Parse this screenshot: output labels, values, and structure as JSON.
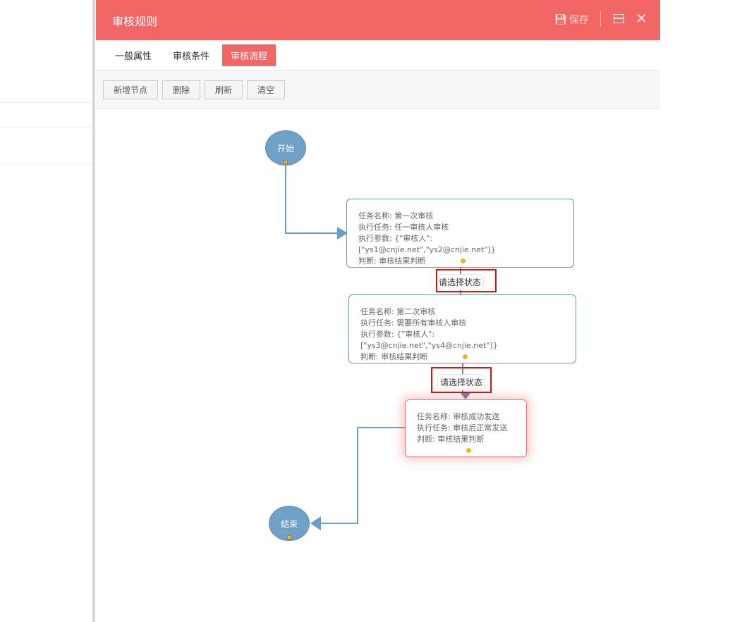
{
  "dialog": {
    "title": "审核规则",
    "save_label": "保存"
  },
  "tabs": [
    {
      "label": "一般属性"
    },
    {
      "label": "审核条件"
    },
    {
      "label": "审核流程",
      "active": true
    }
  ],
  "toolbar": {
    "add_node": "新增节点",
    "delete": "删除",
    "refresh": "刷新",
    "clear": "清空"
  },
  "flow": {
    "start": "开始",
    "end": "结束",
    "nodes": [
      {
        "lines": [
          "任务名称: 第一次审核",
          "执行任务: 任一审核人审核",
          "执行参数: {\"审核人\":[\"ys1@cnjie.net\",\"ys2@cnjie.net\"]}",
          "判断: 审核结果判断"
        ]
      },
      {
        "lines": [
          "任务名称: 第二次审核",
          "执行任务: 需要所有审核人审核",
          "执行参数: {\"审核人\":[\"ys3@cnjie.net\",\"ys4@cnjie.net\"]}",
          "判断: 审核结果判断"
        ]
      },
      {
        "lines": [
          "任务名称: 审核成功发送",
          "执行任务: 审核后正常发送",
          "判断: 审核结果判断"
        ]
      }
    ],
    "status_labels": [
      "请选择状态",
      "请选择状态"
    ]
  },
  "colors": {
    "accent": "#f26666",
    "link": "#6a9cc4",
    "highlight": "#e01010"
  }
}
